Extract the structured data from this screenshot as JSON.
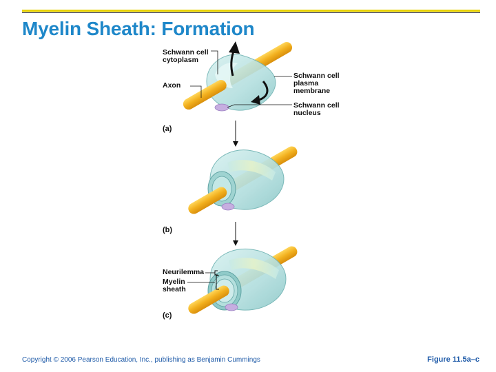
{
  "slide": {
    "title": "Myelin Sheath: Formation",
    "footer_copyright": "Copyright © 2006 Pearson Education, Inc., publishing as Benjamin Cummings",
    "figure_ref": "Figure 11.5a–c"
  },
  "panels": [
    {
      "tag": "(a)",
      "labels": {
        "cytoplasm": "Schwann cell cytoplasm",
        "axon": "Axon",
        "membrane": "Schwann cell plasma membrane",
        "nucleus": "Schwann cell nucleus"
      }
    },
    {
      "tag": "(b)"
    },
    {
      "tag": "(c)",
      "labels": {
        "neurilemma": "Neurilemma",
        "myelin": "Myelin sheath"
      }
    }
  ],
  "colors": {
    "title": "#1e87c9",
    "axon": "#f2b01e",
    "cell": "#b9e3e3",
    "nucleus": "#c6aee0",
    "rule": "#e8d200"
  }
}
